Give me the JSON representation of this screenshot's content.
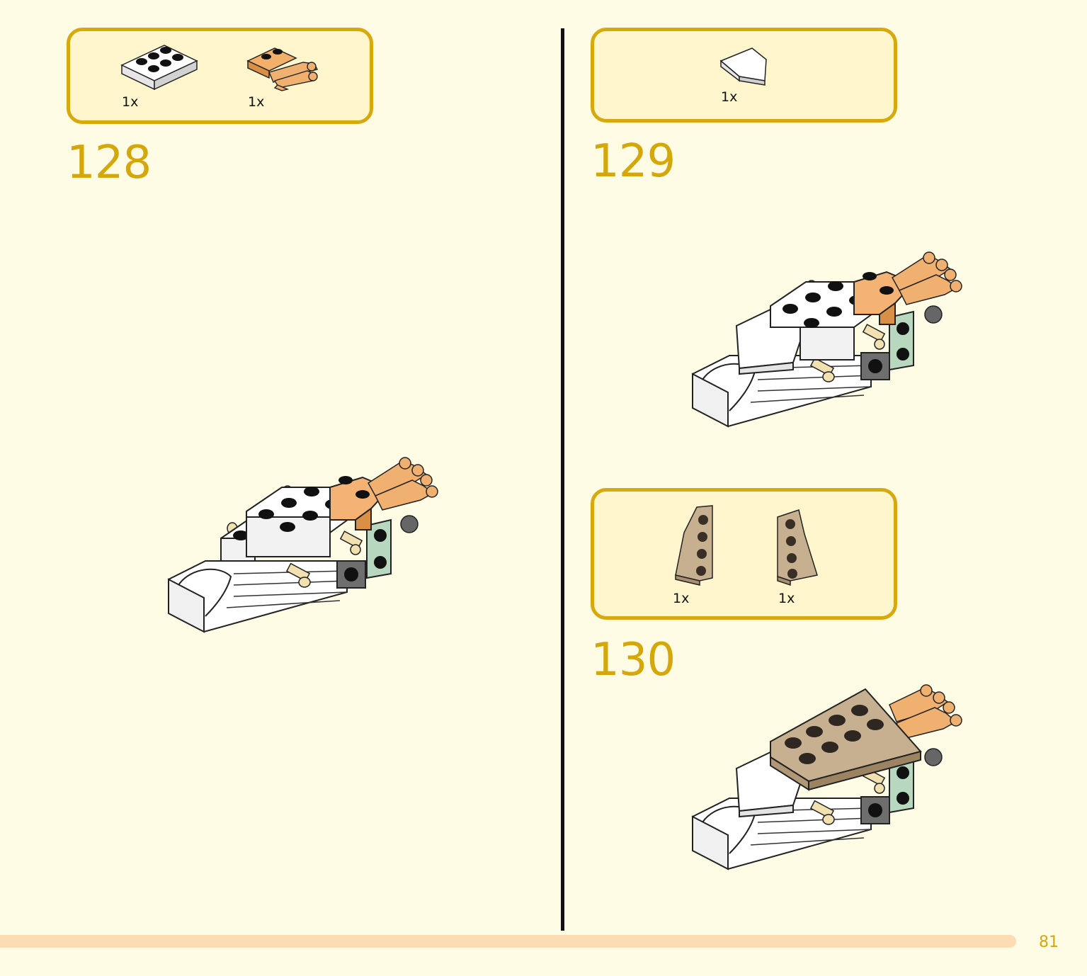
{
  "steps": [
    {
      "number": "128",
      "parts": [
        {
          "qty": "1x",
          "icon": "white-plate-2x3-icon"
        },
        {
          "qty": "1x",
          "icon": "orange-plate-with-claw-icon"
        }
      ]
    },
    {
      "number": "129",
      "parts": [
        {
          "qty": "1x",
          "icon": "white-wedge-tile-icon"
        }
      ]
    },
    {
      "number": "130",
      "parts": [
        {
          "qty": "1x",
          "icon": "tan-wedge-plate-left-icon"
        },
        {
          "qty": "1x",
          "icon": "tan-wedge-plate-right-icon"
        }
      ]
    }
  ],
  "page_number": "81",
  "colors": {
    "background": "#fffce6",
    "box_fill": "#fff6cd",
    "box_border": "#d6a90d",
    "accent": "#d4a80a",
    "progress_bar": "#fbdcb3"
  }
}
